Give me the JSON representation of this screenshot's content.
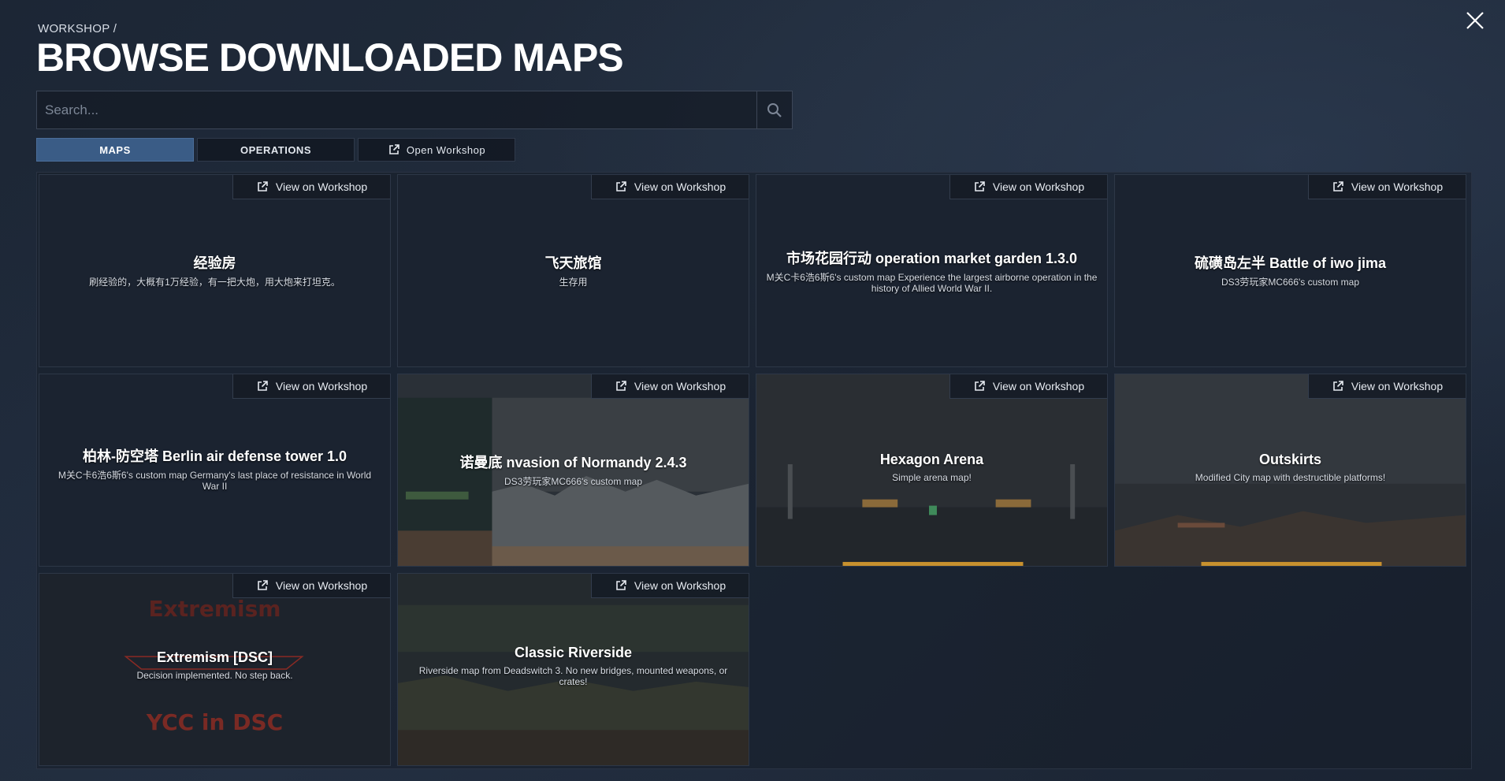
{
  "header": {
    "breadcrumb": "WORKSHOP /",
    "title": "BROWSE DOWNLOADED MAPS"
  },
  "search": {
    "placeholder": "Search...",
    "icon": "search-icon"
  },
  "tabs": [
    {
      "label": "MAPS",
      "active": true
    },
    {
      "label": "OPERATIONS",
      "active": false
    },
    {
      "label": "Open Workshop",
      "icon": "external-link-icon",
      "active": false
    }
  ],
  "colors": {
    "accent_tab": "#3a5c86",
    "background": "#1f2939",
    "extremism_red": "#7a2a24"
  },
  "view_on_workshop_label": "View on Workshop",
  "maps": [
    {
      "title": "经验房",
      "description": "刷经验的，大概有1万经验，有一把大炮，用大炮来打坦克。"
    },
    {
      "title": "飞天旅馆",
      "description": "生存用"
    },
    {
      "title": "市场花园行动  operation market garden 1.3.0",
      "description": "M关C卡6浩6斯6's custom map Experience the largest airborne operation in the history of Allied World War II."
    },
    {
      "title": "硫磺岛左半 Battle of iwo jima",
      "description": "DS3劳玩家MC666's custom map"
    },
    {
      "title": "柏林-防空塔 Berlin air defense tower 1.0",
      "description": "M关C卡6浩6斯6's custom map Germany's last place of resistance in World War II"
    },
    {
      "title": "诺曼底 nvasion of Normandy 2.4.3",
      "description": "DS3劳玩家MC666's custom map"
    },
    {
      "title": "Hexagon Arena",
      "description": "Simple arena map!"
    },
    {
      "title": "Outskirts",
      "description": "Modified City map with destructible platforms!"
    },
    {
      "title": "Extremism [DSC]",
      "description": "Decision implemented. No step back.",
      "overlay_top": "Extremism",
      "overlay_bottom": "YCC in DSC"
    },
    {
      "title": "Classic Riverside",
      "description": "Riverside map from Deadswitch 3. No new bridges, mounted weapons, or crates!"
    }
  ]
}
